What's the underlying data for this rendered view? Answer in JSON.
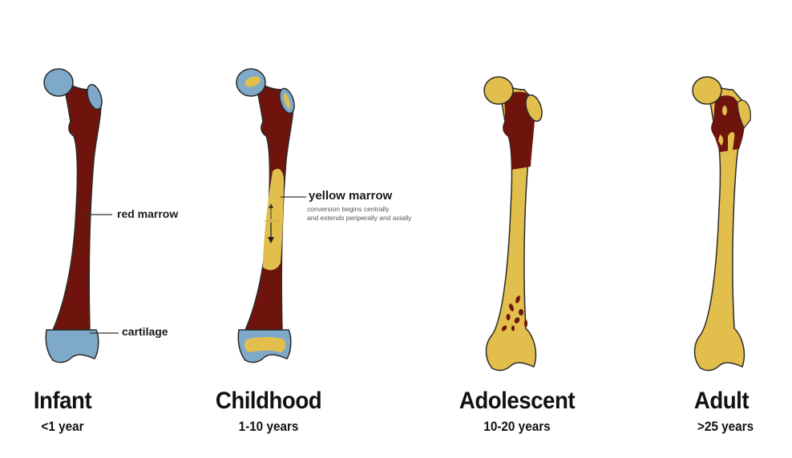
{
  "colors": {
    "red_marrow": "#6e140d",
    "yellow_marrow": "#e2bf4c",
    "cartilage": "#7fa9c8",
    "outline": "#2a2a2a",
    "text": "#111111",
    "subtext": "#555555"
  },
  "stages": [
    {
      "title": "Infant",
      "age": "<1 year"
    },
    {
      "title": "Childhood",
      "age": "1-10 years"
    },
    {
      "title": "Adolescent",
      "age": "10-20 years"
    },
    {
      "title": "Adult",
      "age": ">25 years"
    }
  ],
  "annotations": {
    "red_marrow": "red marrow",
    "cartilage": "cartilage",
    "yellow_marrow": "yellow marrow",
    "yellow_marrow_note_1": "conversion begins centrally",
    "yellow_marrow_note_2": "and extends periperally and axially"
  }
}
